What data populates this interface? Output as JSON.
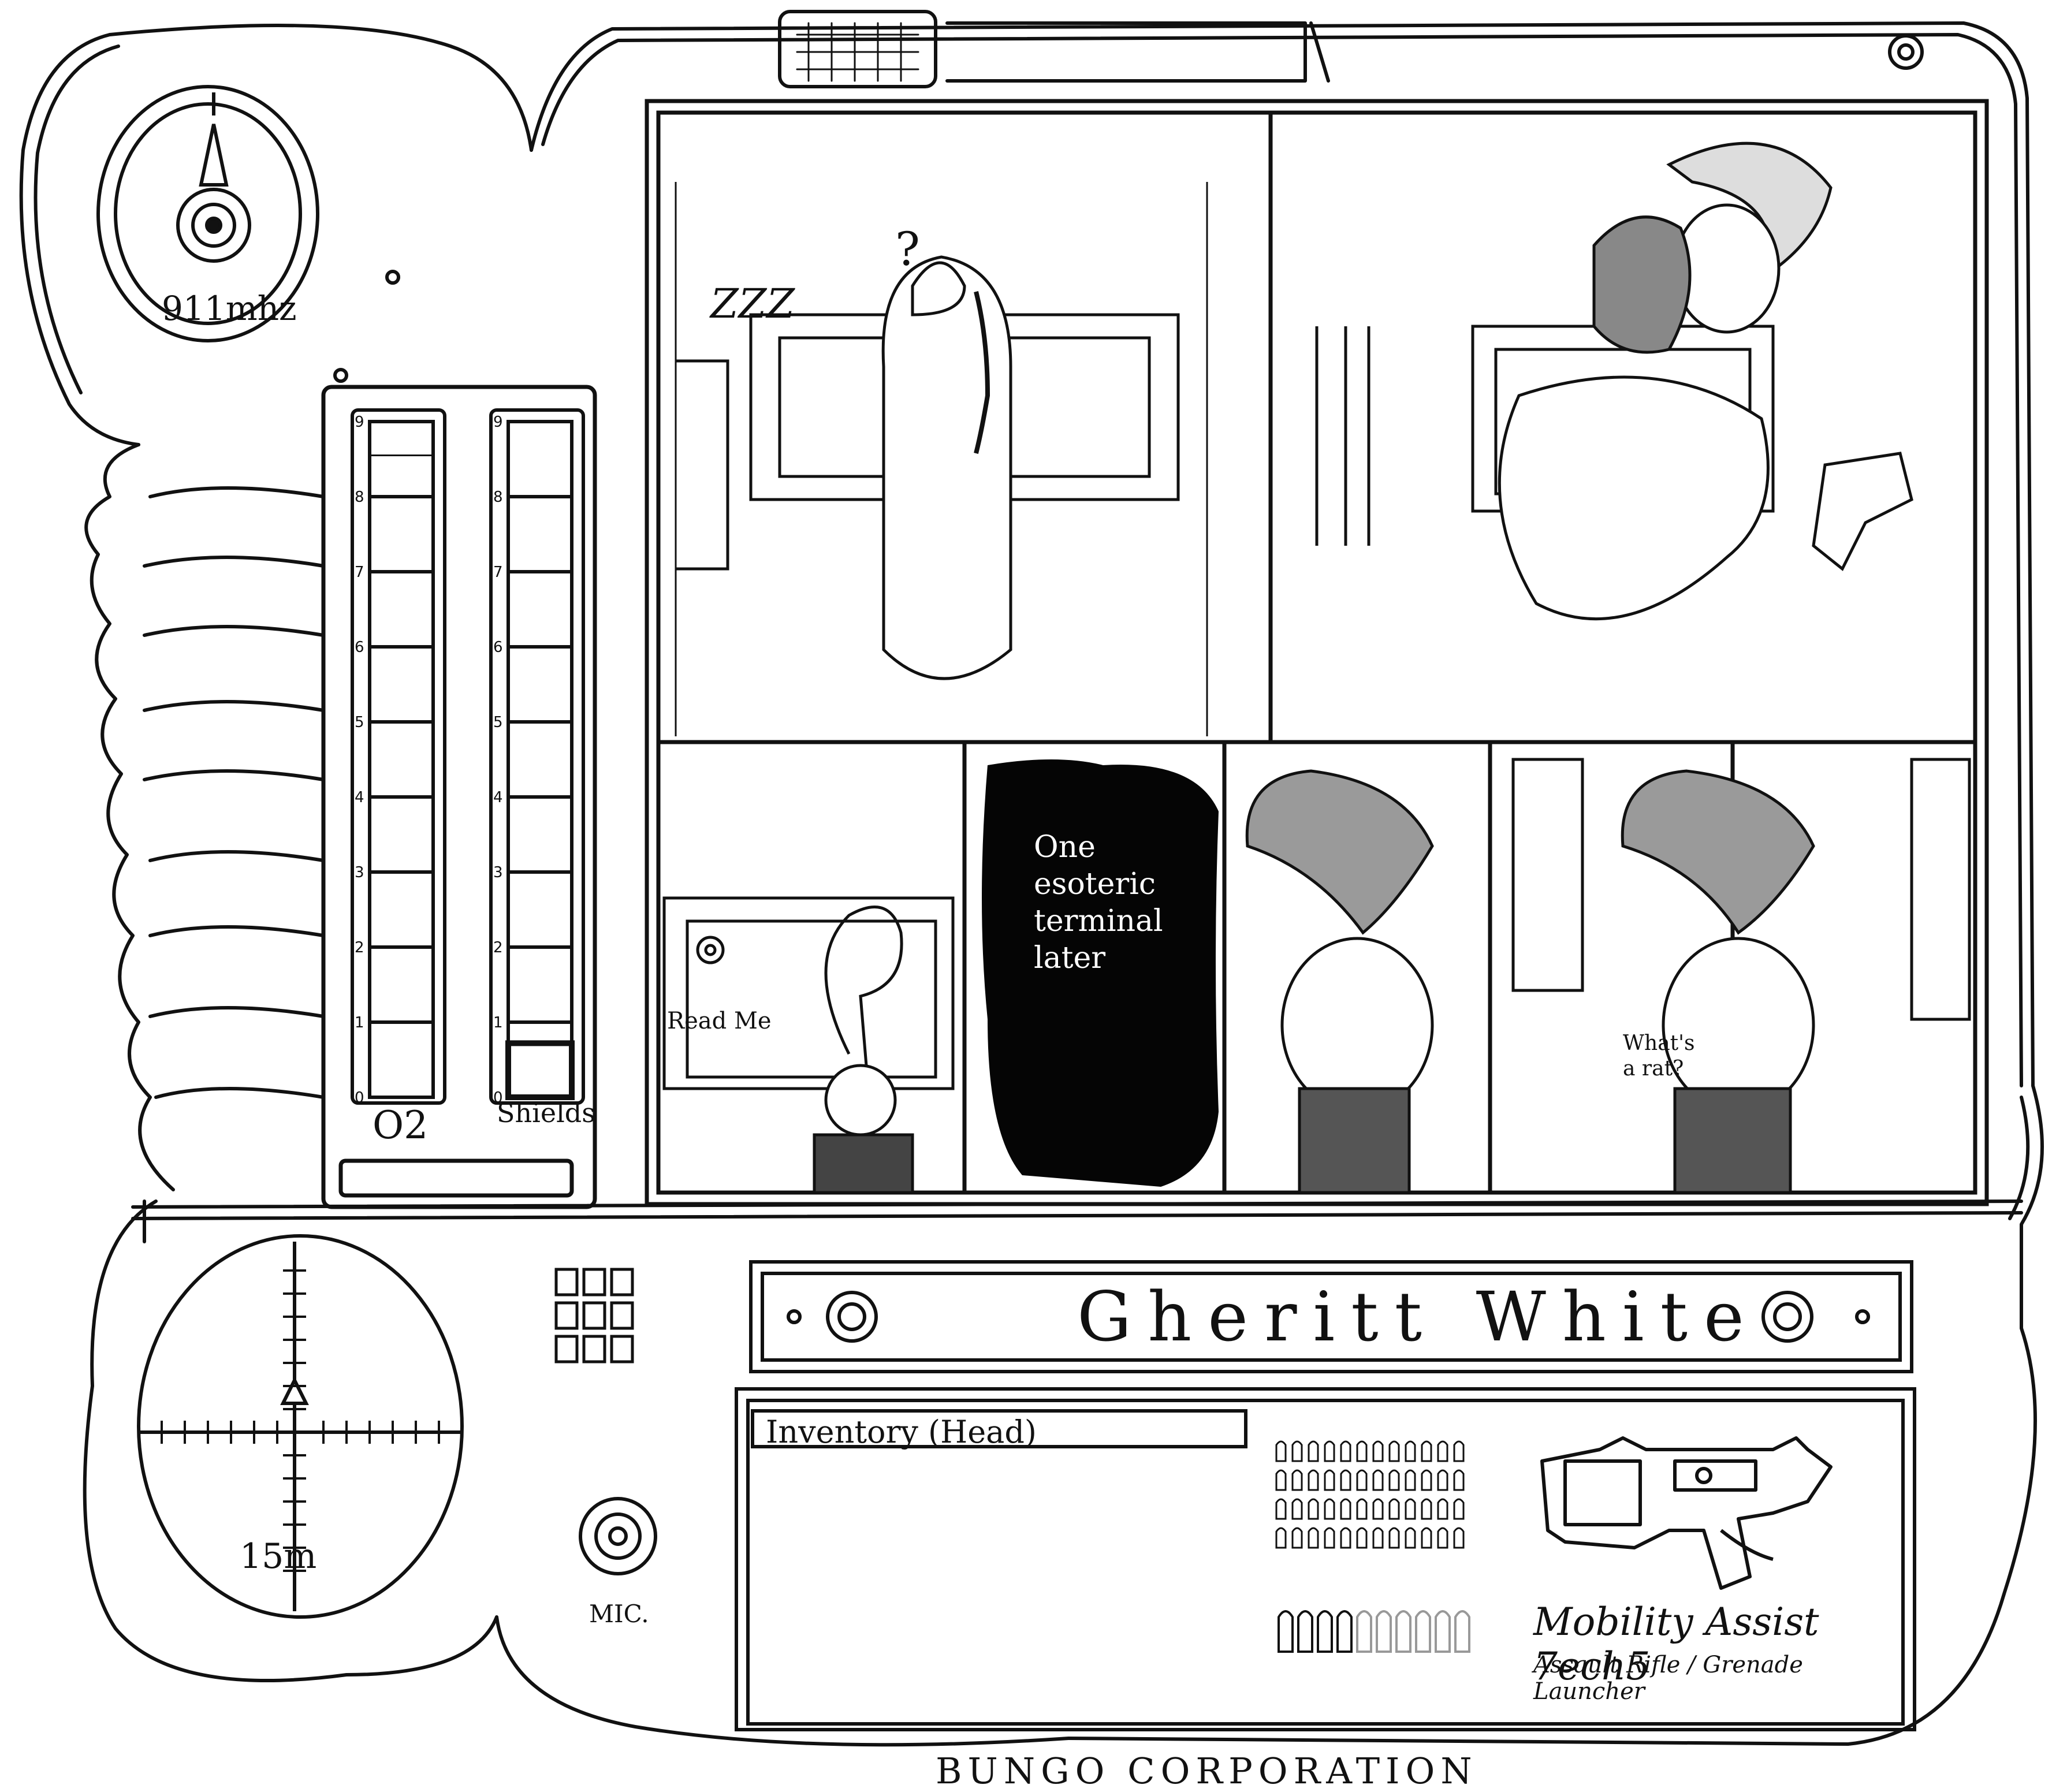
{
  "device": {
    "frequency_dial_label": "911mhz",
    "radar_range_label": "15m",
    "mic_label": "MIC.",
    "manufacturer_label": "BUNGO CORPORATION"
  },
  "gauges": {
    "o2": {
      "label": "O2",
      "ticks": [
        "9",
        "8",
        "7",
        "6",
        "5",
        "4",
        "3",
        "2",
        "1",
        "0"
      ],
      "level": 0.95
    },
    "shields": {
      "label": "Shields",
      "ticks": [
        "9",
        "8",
        "7",
        "6",
        "5",
        "4",
        "3",
        "2",
        "1",
        "0"
      ],
      "level": 0.08
    }
  },
  "comic": {
    "panel1_sfx": "ZZZ",
    "panel1_question": "?",
    "panel3_sign": "Read Me",
    "panel4_caption": [
      "One",
      "esoteric",
      "terminal",
      "later"
    ],
    "panel6_speech": [
      "What's",
      "a rat?"
    ]
  },
  "character": {
    "name": "Gheritt White"
  },
  "inventory": {
    "header": "Inventory (Head)",
    "weapon_name": "Mobility Assist 7ech5",
    "weapon_type": "Assault Rifle / Grenade Launcher",
    "ammo_small_total": 48,
    "ammo_large_total": 10
  }
}
